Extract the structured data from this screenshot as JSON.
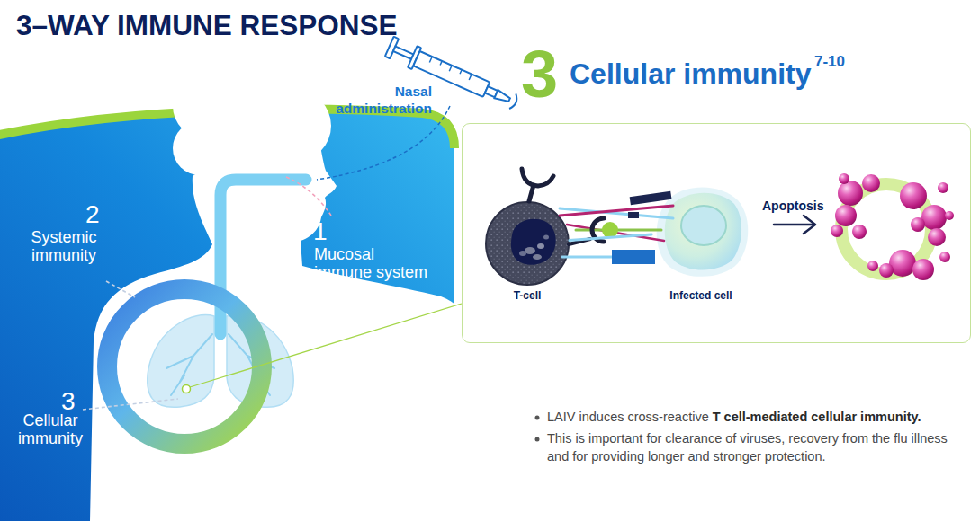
{
  "diagram": {
    "title": "3–WAY IMMUNE RESPONSE",
    "nodes": [
      {
        "text": [
          "3",
          "Cellular immunity",
          "7-10"
        ]
      },
      {
        "text": [
          "T-cell"
        ],
        "in": 0
      },
      {
        "text": [
          "Infected cell"
        ],
        "in": 0
      }
    ],
    "edges": [
      {
        "from": 1,
        "to": 2,
        "arrow": "none"
      }
    ],
    "labels": [
      "Nasal administration",
      "2",
      "Systemic immunity",
      "1",
      "Mucosal immune system",
      "3",
      "Cellular immunity",
      "Apoptosis",
      "LAIV induces cross-reactive",
      "T cell-mediated cellular immunity.",
      "This is important for clearance of viruses, recovery from the flu illness and for providing longer and stronger protection."
    ]
  }
}
